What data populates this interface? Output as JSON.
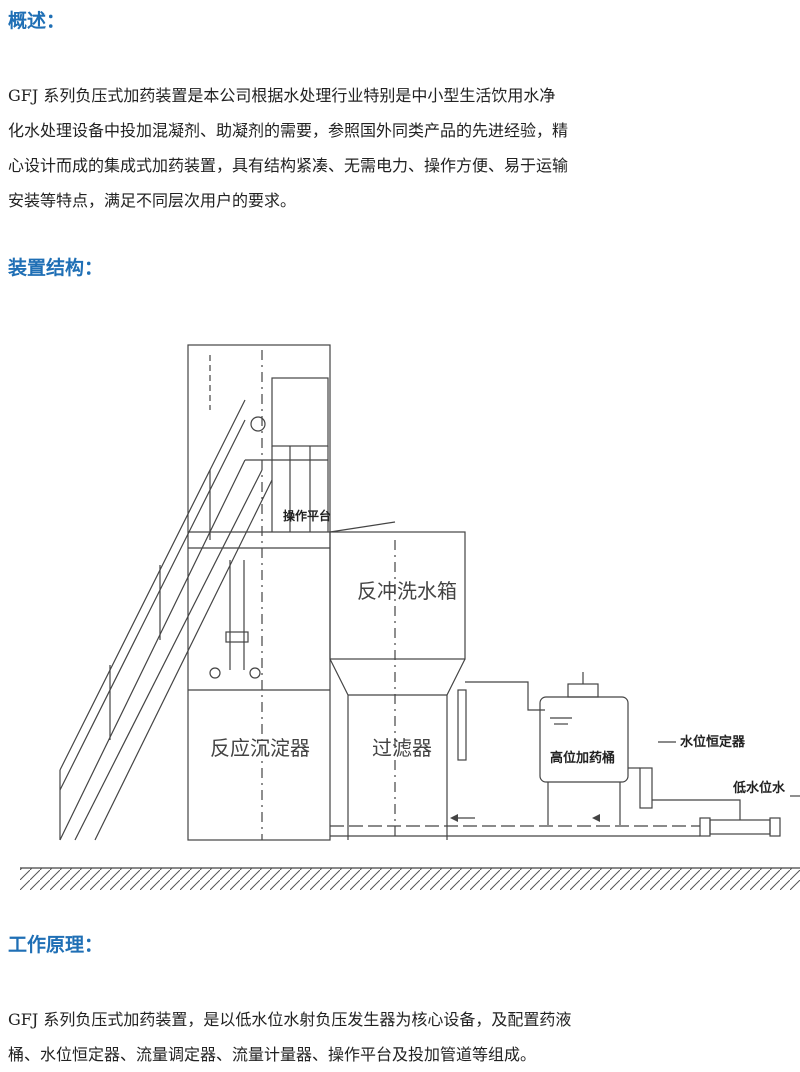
{
  "sections": {
    "overview": {
      "heading": "概述：",
      "lines": [
        "GFJ 系列负压式加药装置是本公司根据水处理行业特别是中小型生活饮用水净",
        "化水处理设备中投加混凝剂、助凝剂的需要，参照国外同类产品的先进经验，精",
        "心设计而成的集成式加药装置，具有结构紧凑、无需电力、操作方便、易于运输",
        "安装等特点，满足不同层次用户的要求。"
      ]
    },
    "structure": {
      "heading": "装置结构："
    },
    "principle": {
      "heading": "工作原理：",
      "lines": [
        "GFJ 系列负压式加药装置，是以低水位水射负压发生器为核心设备，及配置药液",
        "桶、水位恒定器、流量调定器、流量计量器、操作平台及投加管道等组成。"
      ]
    }
  },
  "diagram": {
    "labels": {
      "platform": "操作平台",
      "backwash_tank": "反冲洗水箱",
      "reactor": "反应沉淀器",
      "filter": "过滤器",
      "dosing_tank": "高位加药桶",
      "level_stabilizer": "水位恒定器",
      "low_level": "低水位水"
    }
  }
}
